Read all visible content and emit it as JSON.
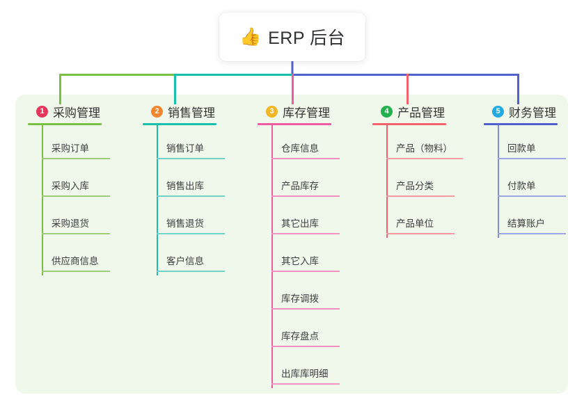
{
  "diagram": {
    "title": "ERP 后台",
    "root": {
      "icon": "thumbs-up-icon",
      "emoji": "👍",
      "label": "ERP 后台"
    },
    "panel_color": "#eff8ea",
    "background_color": "#ffffff",
    "branches": [
      {
        "index": "1",
        "label": "采购管理",
        "color": "#7ac143",
        "badge_color": "#e8365d",
        "badge_text": "1",
        "children": [
          {
            "label": "采购订单"
          },
          {
            "label": "采购入库"
          },
          {
            "label": "采购退货"
          },
          {
            "label": "供应商信息"
          }
        ]
      },
      {
        "index": "2",
        "label": "销售管理",
        "color": "#18c1ac",
        "badge_color": "#f5862e",
        "badge_text": "2",
        "children": [
          {
            "label": "销售订单"
          },
          {
            "label": "销售出库"
          },
          {
            "label": "销售退货"
          },
          {
            "label": "客户信息"
          }
        ]
      },
      {
        "index": "3",
        "label": "库存管理",
        "color": "#ef5ba1",
        "badge_color": "#f5b625",
        "badge_text": "3",
        "children": [
          {
            "label": "仓库信息"
          },
          {
            "label": "产品库存"
          },
          {
            "label": "其它出库"
          },
          {
            "label": "其它入库"
          },
          {
            "label": "库存调拨"
          },
          {
            "label": "库存盘点"
          },
          {
            "label": "出库库明细"
          }
        ]
      },
      {
        "index": "4",
        "label": "产品管理",
        "color": "#f4606c",
        "badge_color": "#22b14c",
        "badge_text": "4",
        "children": [
          {
            "label": "产品（物料）"
          },
          {
            "label": "产品分类"
          },
          {
            "label": "产品单位"
          }
        ]
      },
      {
        "index": "5",
        "label": "财务管理",
        "color": "#5162ce",
        "badge_color": "#23aae3",
        "badge_text": "5",
        "children": [
          {
            "label": "回款单"
          },
          {
            "label": "付款单"
          },
          {
            "label": "结算账户"
          }
        ]
      }
    ],
    "connectors": {
      "trunk_color": "#5162ce",
      "bar_segments": [
        {
          "from": "#7ac143",
          "to": "#7ac143"
        },
        {
          "from": "#18c1ac",
          "to": "#18c1ac"
        },
        {
          "from": "#5162ce",
          "to": "#5162ce"
        }
      ]
    }
  }
}
